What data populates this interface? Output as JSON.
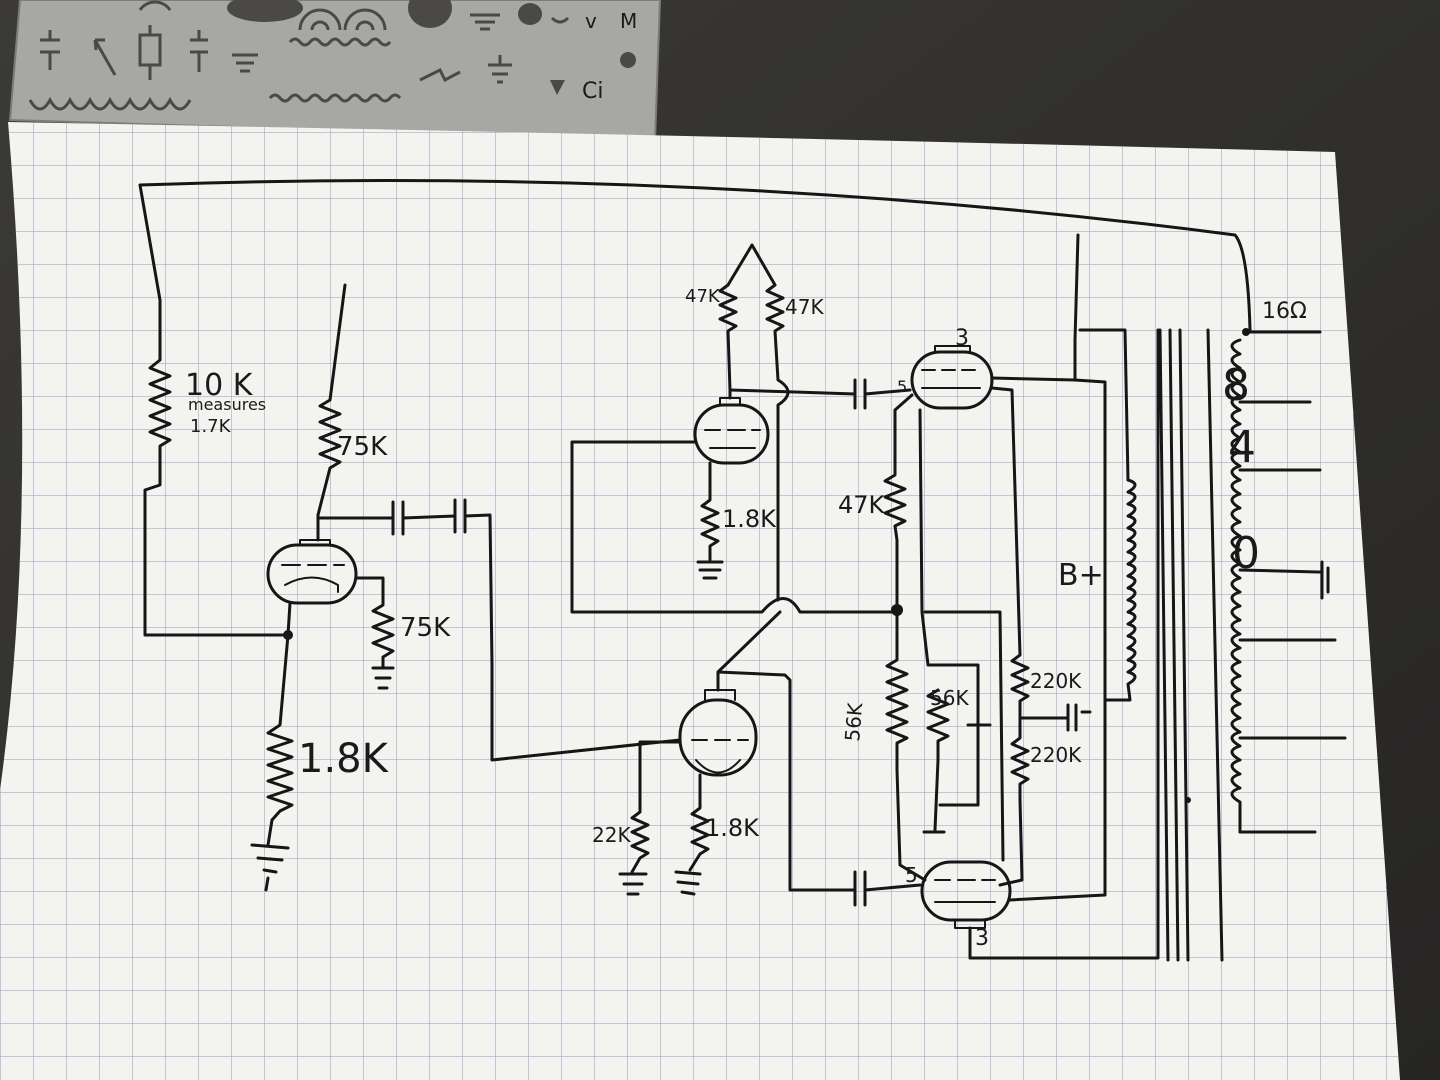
{
  "stencil": {
    "symbols": [
      "capacitor-symbol",
      "arrow-symbol",
      "ground-symbol",
      "coil-symbol",
      "triangle-symbol"
    ],
    "letters": [
      "v",
      "M",
      "Ci"
    ],
    "colors": {
      "stencil": "#a7a8a4"
    }
  },
  "paper": {
    "colors": {
      "paper": "#f3f3ef",
      "grid": "#8fa3c4",
      "ink": "#161616"
    }
  },
  "labels": {
    "r_10k": "10 K",
    "r_10k_note1": "measures",
    "r_10k_note2": "1.7K",
    "r_75k_plate": "75K",
    "r_75k_grid": "75K",
    "r_1_8k_cathode1": "1.8K",
    "r_47k_left": "47K",
    "r_47k_right": "47K",
    "r_1_8k_cathode2": "1.8K",
    "r_47k_mid": "47K",
    "r_56k_a": "56K",
    "r_56k_b": "56K",
    "r_220k_top": "220K",
    "r_220k_bottom": "220K",
    "r_22k": "22K",
    "r_1_8k_cathode3": "1.8K",
    "b_plus": "B+",
    "out_16": "16Ω",
    "out_8": "8",
    "out_4": "4",
    "out_0": "0",
    "pin_top_3": "3",
    "pin_top_5": "5",
    "pin_bottom_5": "5",
    "pin_bottom_3": "3"
  }
}
